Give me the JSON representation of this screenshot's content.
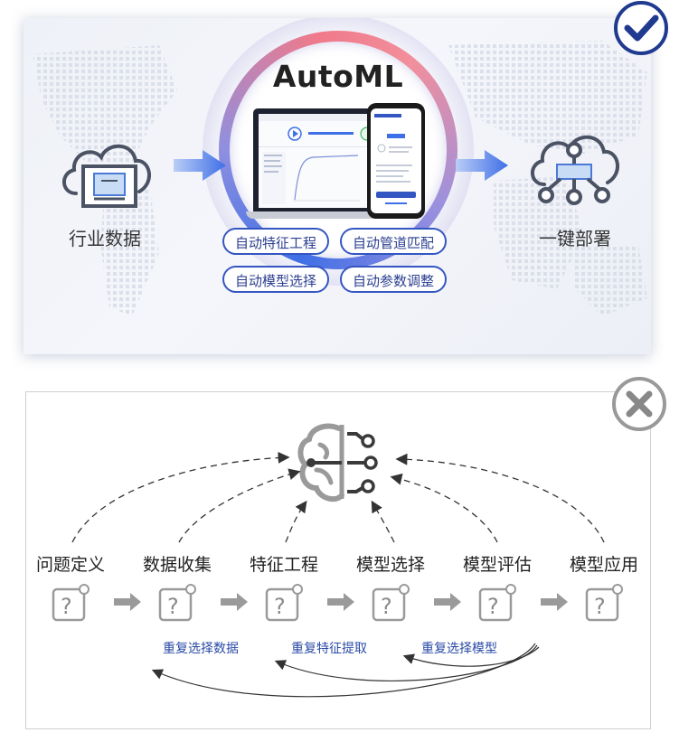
{
  "top": {
    "title": "AutoML",
    "left_label": "行业数据",
    "right_label": "一键部署",
    "features": [
      "自动特征工程",
      "自动管道匹配",
      "自动模型选择",
      "自动参数调整"
    ],
    "badge_icon": "checkmark-icon",
    "left_icon": "cloud-data-icon",
    "right_icon": "cloud-deploy-icon"
  },
  "bottom": {
    "steps": [
      "问题定义",
      "数据收集",
      "特征工程",
      "模型选择",
      "模型评估",
      "模型应用"
    ],
    "repeats": [
      "重复选择数据",
      "重复特征提取",
      "重复选择模型"
    ],
    "badge_icon": "cross-icon",
    "center_icon": "brain-network-icon",
    "step_icon": "question-box-icon"
  },
  "colors": {
    "accent_blue": "#3456c2",
    "ring_pink": "#f07a8a",
    "arrow_blue": "#3f6fe6",
    "gray": "#8a8a8a"
  }
}
